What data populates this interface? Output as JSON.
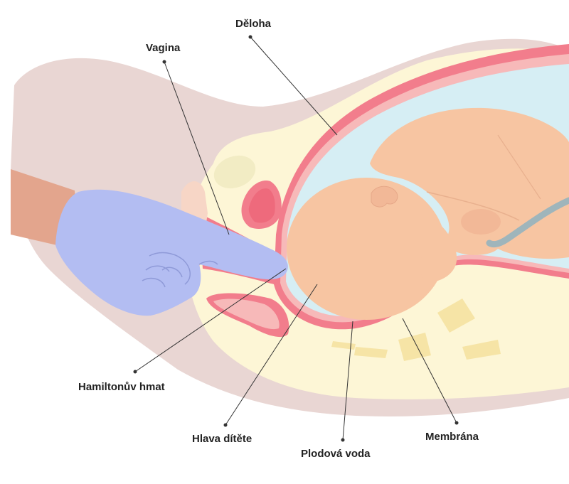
{
  "labels": {
    "uterus": "Děloha",
    "vagina": "Vagina",
    "hamilton": "Hamiltonův hmat",
    "head": "Hlava dítěte",
    "fluid": "Plodová voda",
    "membrane": "Membrána"
  },
  "colors": {
    "body_skin": "#e9d6d3",
    "abdomen_fill": "#fdf6d6",
    "uterus_wall": "#f27d8c",
    "uterus_inner": "#f7b9b9",
    "amniotic_fluid": "#d6eef4",
    "fetus_skin": "#f7c5a2",
    "glove": "#b3bdf2",
    "arm_skin": "#e3a58d",
    "bone": "#f6e4a6",
    "umbilical": "#9fb5bb",
    "leader_line": "#333333",
    "label_text": "#222222"
  }
}
